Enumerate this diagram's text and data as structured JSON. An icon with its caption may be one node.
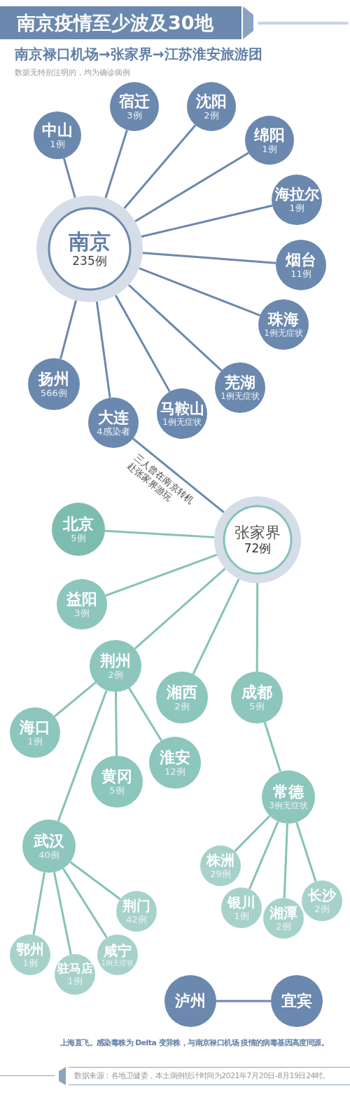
{
  "diagram": {
    "title": "南京疫情至少波及30地",
    "nodes": [
      {
        "text": [
          "南京",
          "235例"
        ]
      },
      {
        "text": [
          "中山",
          "1例"
        ]
      },
      {
        "text": [
          "宿迁",
          "3例"
        ]
      },
      {
        "text": [
          "沈阳",
          "2例"
        ]
      },
      {
        "text": [
          "绵阳",
          "1例"
        ]
      },
      {
        "text": [
          "海拉尔",
          "1例"
        ]
      },
      {
        "text": [
          "烟台",
          "11例"
        ]
      },
      {
        "text": [
          "珠海",
          "1例无症状"
        ]
      },
      {
        "text": [
          "芜湖",
          "1例无症状"
        ]
      },
      {
        "text": [
          "马鞍山",
          "1例无症状"
        ]
      },
      {
        "text": [
          "大连",
          "4感染者"
        ]
      },
      {
        "text": [
          "扬州",
          "566例"
        ]
      },
      {
        "text": [
          "张家界",
          "72例"
        ]
      },
      {
        "text": [
          "北京",
          "5例"
        ]
      },
      {
        "text": [
          "益阳",
          "3例"
        ]
      },
      {
        "text": [
          "荆州",
          "2例"
        ]
      },
      {
        "text": [
          "湘西",
          "2例"
        ]
      },
      {
        "text": [
          "成都",
          "5例"
        ]
      },
      {
        "text": [
          "海口",
          "1例"
        ]
      },
      {
        "text": [
          "黄冈",
          "5例"
        ]
      },
      {
        "text": [
          "淮安",
          "12例"
        ]
      },
      {
        "text": [
          "常德",
          "3例无症状"
        ]
      },
      {
        "text": [
          "武汉",
          "40例"
        ]
      },
      {
        "text": [
          "株洲",
          "29例"
        ]
      },
      {
        "text": [
          "银川",
          "1例"
        ]
      },
      {
        "text": [
          "湘潭",
          "2例"
        ]
      },
      {
        "text": [
          "长沙",
          "2例"
        ]
      },
      {
        "text": [
          "荆门",
          "42例"
        ]
      },
      {
        "text": [
          "鄂州",
          "1例"
        ]
      },
      {
        "text": [
          "驻马店",
          "1例"
        ]
      },
      {
        "text": [
          "咸宁",
          "1例无症状"
        ]
      },
      {
        "text": [
          "泸州"
        ]
      },
      {
        "text": [
          "宜宾"
        ]
      }
    ],
    "edges": [
      {
        "from": 0,
        "to": 1,
        "arrow": "none",
        "color": "#6b88ae"
      },
      {
        "from": 0,
        "to": 2,
        "arrow": "none",
        "color": "#6b88ae"
      },
      {
        "from": 0,
        "to": 3,
        "arrow": "none",
        "color": "#6b88ae"
      },
      {
        "from": 0,
        "to": 4,
        "arrow": "none",
        "color": "#6b88ae"
      },
      {
        "from": 0,
        "to": 5,
        "arrow": "none",
        "color": "#6b88ae"
      },
      {
        "from": 0,
        "to": 6,
        "arrow": "none",
        "color": "#6b88ae"
      },
      {
        "from": 0,
        "to": 7,
        "arrow": "none",
        "color": "#6b88ae"
      },
      {
        "from": 0,
        "to": 8,
        "arrow": "none",
        "color": "#6b88ae"
      },
      {
        "from": 0,
        "to": 9,
        "arrow": "none",
        "color": "#6b88ae"
      },
      {
        "from": 0,
        "to": 10,
        "arrow": "none",
        "color": "#6b88ae"
      },
      {
        "from": 0,
        "to": 11,
        "arrow": "none",
        "color": "#6b88ae"
      },
      {
        "from": 10,
        "to": 12,
        "arrow": "none",
        "color": "#6b88ae",
        "label": "三人曾在南京转机赴张家界游玩"
      },
      {
        "from": 12,
        "to": 13,
        "arrow": "none"
      },
      {
        "from": 12,
        "to": 14,
        "arrow": "none"
      },
      {
        "from": 12,
        "to": 15,
        "arrow": "none"
      },
      {
        "from": 12,
        "to": 16,
        "arrow": "none"
      },
      {
        "from": 12,
        "to": 17,
        "arrow": "none"
      },
      {
        "from": 15,
        "to": 18,
        "arrow": "none"
      },
      {
        "from": 15,
        "to": 19,
        "arrow": "none"
      },
      {
        "from": 15,
        "to": 20,
        "arrow": "none"
      },
      {
        "from": 15,
        "to": 22,
        "arrow": "none"
      },
      {
        "from": 17,
        "to": 21,
        "arrow": "none"
      },
      {
        "from": 21,
        "to": 23,
        "arrow": "none"
      },
      {
        "from": 21,
        "to": 24,
        "arrow": "none"
      },
      {
        "from": 21,
        "to": 25,
        "arrow": "none"
      },
      {
        "from": 21,
        "to": 26,
        "arrow": "none"
      },
      {
        "from": 22,
        "to": 27,
        "arrow": "none"
      },
      {
        "from": 22,
        "to": 28,
        "arrow": "none"
      },
      {
        "from": 22,
        "to": 29,
        "arrow": "none"
      },
      {
        "from": 22,
        "to": 30,
        "arrow": "none"
      },
      {
        "from": 31,
        "to": 32,
        "arrow": "none",
        "color": "#6b88ae"
      }
    ],
    "labels": [
      "南京禄口机场→张家界→江苏淮安旅游团",
      "数据无特别注明的，均为确诊病例",
      "上海直飞。感染毒株为 Delta 变异株，与南京禄口机场 疫情的病毒基因高度同源。",
      "数据来源：各地卫健委，本土病例统计时间为2021年7月20日-8月19日24时。"
    ]
  }
}
